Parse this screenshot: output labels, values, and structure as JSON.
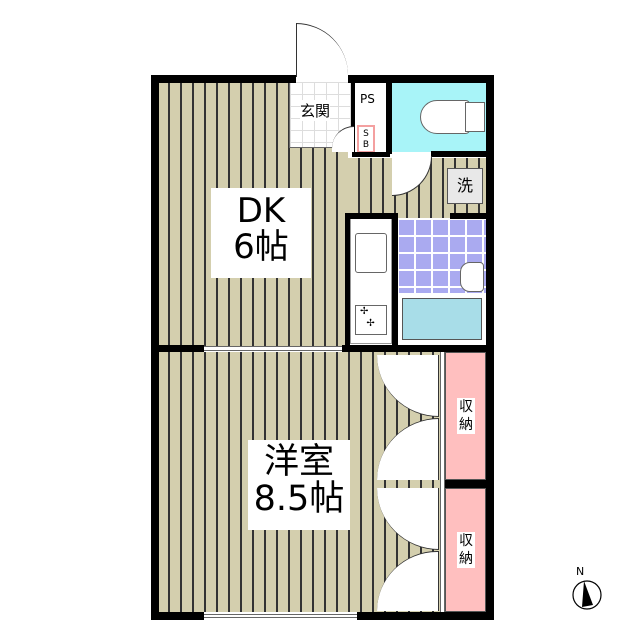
{
  "floorplan": {
    "rooms": {
      "dk": {
        "name": "DK",
        "size": "6帖"
      },
      "western": {
        "name": "洋室",
        "size": "8.5帖"
      },
      "entrance": {
        "name": "玄関"
      },
      "ps": {
        "name": "PS"
      },
      "sb": {
        "line1": "S",
        "line2": "B"
      },
      "washer": {
        "name": "洗"
      },
      "storage1": {
        "line1": "収",
        "line2": "納"
      },
      "storage2": {
        "line1": "収",
        "line2": "納"
      }
    },
    "compass": {
      "label": "N"
    },
    "colors": {
      "floor": "#d4cfae",
      "toilet_room": "#a8f4f8",
      "bath_tiles": "#aaaaf0",
      "bathtub": "#a8dde8",
      "storage": "#ffbfbf",
      "wall": "#000000"
    }
  }
}
